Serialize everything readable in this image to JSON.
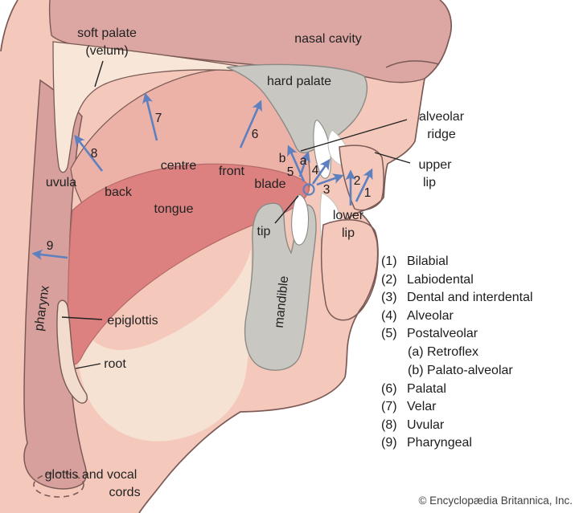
{
  "labels": {
    "soft_palate_line1": "soft palate",
    "soft_palate_line2": "(velum)",
    "nasal_cavity": "nasal cavity",
    "hard_palate": "hard palate",
    "alveolar_ridge_line1": "alveolar",
    "alveolar_ridge_line2": "ridge",
    "upper_lip_line1": "upper",
    "upper_lip_line2": "lip",
    "lower_lip_line1": "lower",
    "lower_lip_line2": "lip",
    "uvula": "uvula",
    "back": "back",
    "centre": "centre",
    "front": "front",
    "blade": "blade",
    "tongue": "tongue",
    "tip": "tip",
    "pharynx": "pharynx",
    "epiglottis": "epiglottis",
    "root": "root",
    "mandible": "mandible",
    "glottis_line1": "glottis and vocal",
    "glottis_line2": "cords"
  },
  "markers": {
    "m1": "1",
    "m2": "2",
    "m3": "3",
    "m4": "4",
    "m5": "5",
    "m6": "6",
    "m7": "7",
    "m8": "8",
    "m9": "9",
    "ma": "a",
    "mb": "b"
  },
  "legend": {
    "items": [
      {
        "num": "(1)",
        "label": "Bilabial"
      },
      {
        "num": "(2)",
        "label": "Labiodental"
      },
      {
        "num": "(3)",
        "label": "Dental and interdental"
      },
      {
        "num": "(4)",
        "label": "Alveolar"
      },
      {
        "num": "(5)",
        "label": "Postalveolar"
      },
      {
        "num": "(a)",
        "label": "Retroflex",
        "sub": true
      },
      {
        "num": "(b)",
        "label": "Palato-alveolar",
        "sub": true
      },
      {
        "num": "(6)",
        "label": "Palatal"
      },
      {
        "num": "(7)",
        "label": "Velar"
      },
      {
        "num": "(8)",
        "label": "Uvular"
      },
      {
        "num": "(9)",
        "label": "Pharyngeal"
      }
    ]
  },
  "credit": "© Encyclopædia Britannica, Inc.",
  "colors": {
    "skin": "#f4c9bb",
    "nasal_band": "#dca6a2",
    "mouth": "#ecb2a8",
    "cream": "#f8e7d8",
    "cream_floor": "#f6e2d3",
    "tongue": "#dc8180",
    "pharynx": "#d7a09d",
    "epiglottis": "#f2dccd",
    "grey": "#c9c7c2",
    "tooth": "#ffffff",
    "arrow_blue": "#5e80bf",
    "outline": "#7b5a56"
  }
}
